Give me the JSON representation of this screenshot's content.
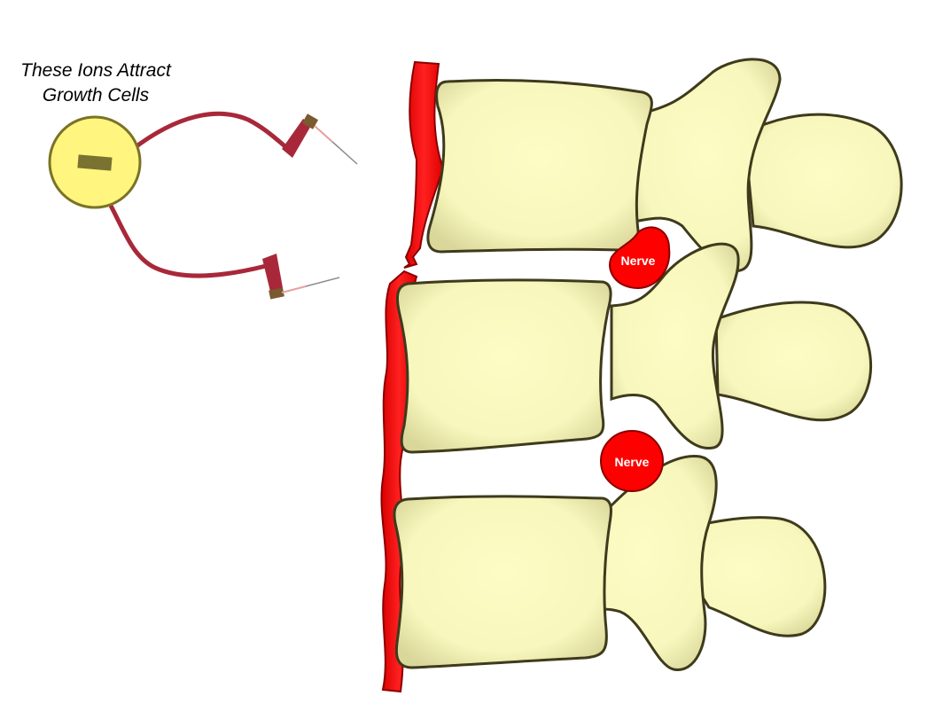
{
  "diagram": {
    "caption": {
      "line1": "These Ions Attract",
      "line2": "Growth Cells"
    },
    "battery": {
      "symbol": "minus",
      "fill": "#fff57f",
      "stroke": "#7a7326",
      "symbol_color": "#7a7230"
    },
    "wire_color": "#a8283a",
    "vertebrae_count": 3,
    "bone_fill": "#fafac0",
    "bone_stroke": "#3e3b1c",
    "ligament_color": "#ff0000",
    "nerves": [
      {
        "label": "Nerve"
      },
      {
        "label": "Nerve"
      }
    ]
  }
}
